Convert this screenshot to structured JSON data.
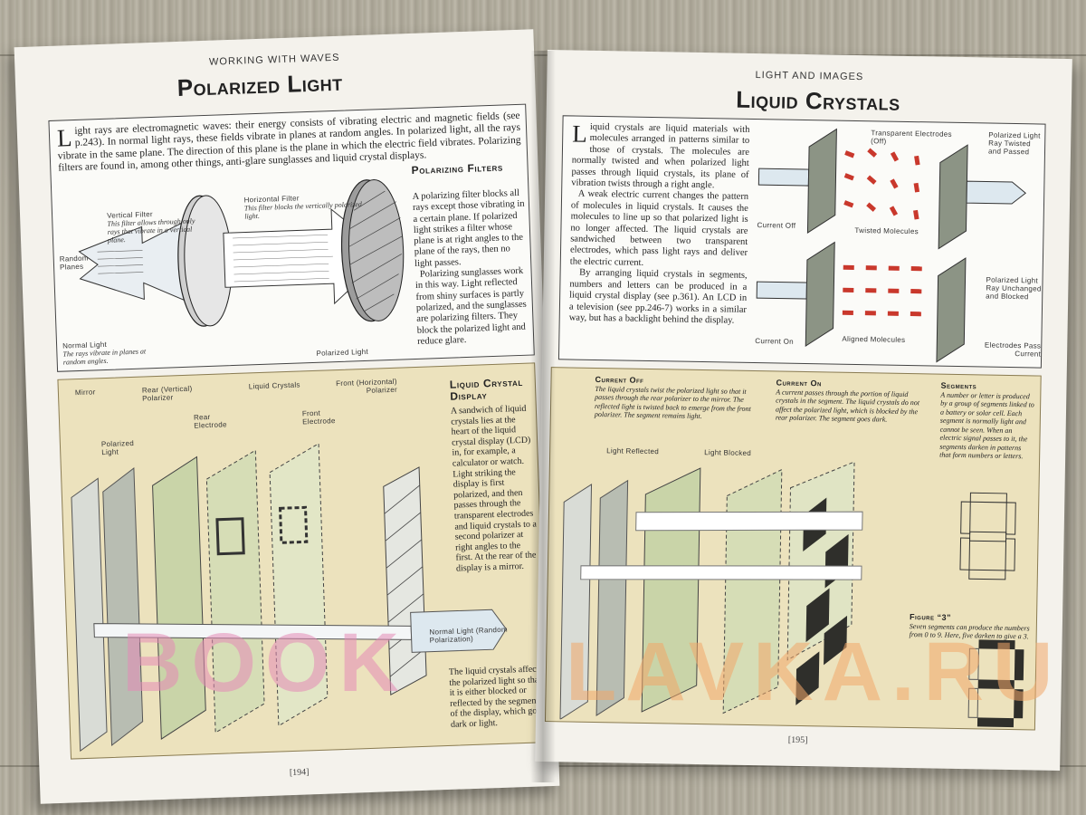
{
  "left_page": {
    "header": "WORKING WITH WAVES",
    "title": "Polarized Light",
    "intro_dropcap": "L",
    "intro_text": "ight rays are electromagnetic waves: their energy consists of vibrating electric and magnetic fields (see p.243). In normal light rays, these fields vibrate in planes at random angles. In polarized light, all the rays vibrate in the same plane. The direction of this plane is the plane in which the electric field vibrates. Polarizing filters are found in, among other things, anti-glare sunglasses and liquid crystal displays.",
    "polarizing_filters": {
      "title": "Polarizing Filters",
      "text1": "A polarizing filter blocks all rays except those vibrating in a certain plane. If polarized light strikes a filter whose plane is at right angles to the plane of the rays, then no light passes.",
      "text2": "Polarizing sunglasses work in this way. Light reflected from shiny surfaces is partly polarized, and the sunglasses are polarizing filters. They block the polarized light and reduce glare."
    },
    "diagram_labels": {
      "vertical_filter": "Vertical Filter",
      "vertical_filter_note": "This filter allows through only rays that vibrate in a vertical plane.",
      "horizontal_filter": "Horizontal Filter",
      "horizontal_filter_note": "This filter blocks the vertically polarized light.",
      "random_planes": "Random Planes",
      "normal_light": "Normal Light",
      "normal_light_note": "The rays vibrate in planes at random angles.",
      "polarized_light": "Polarized Light"
    },
    "lcd": {
      "labels": {
        "mirror": "Mirror",
        "rear_polarizer": "Rear (Vertical) Polarizer",
        "liquid_crystals": "Liquid Crystals",
        "front_polarizer": "Front (Horizontal) Polarizer",
        "polarized_light": "Polarized Light",
        "rear_electrode": "Rear Electrode",
        "front_electrode": "Front Electrode",
        "normal_light": "Normal Light (Random Polarization)"
      },
      "title": "Liquid Crystal Display",
      "text": "A sandwich of liquid crystals lies at the heart of the liquid crystal display (LCD) in, for example, a calculator or watch. Light striking the display is first polarized, and then passes through the transparent electrodes and liquid crystals to a second polarizer at right angles to the first. At the rear of the display is a mirror.",
      "caption": "The liquid crystals affect the polarized light so that it is either blocked or reflected by the segments of the display, which go dark or light."
    },
    "page_number": "[194]"
  },
  "right_page": {
    "header": "LIGHT AND IMAGES",
    "title": "Liquid Crystals",
    "intro_dropcap": "L",
    "intro_text": "iquid crystals are liquid materials with molecules arranged in patterns similar to those of crystals. The molecules are normally twisted and when polarized light passes through liquid crystals, its plane of vibration twists through a right angle.",
    "para2": "A weak electric current changes the pattern of molecules in liquid crystals. It causes the molecules to line up so that polarized light is no longer affected. The liquid crystals are sandwiched between two transparent electrodes, which pass light rays and deliver the electric current.",
    "para3": "By arranging liquid crystals in segments, numbers and letters can be produced in a liquid crystal display (see p.361). An LCD in a television (see pp.246-7) works in a similar way, but has a backlight behind the display.",
    "diagram_labels": {
      "transparent_electrodes": "Transparent Electrodes (Off)",
      "polarized_twisted": "Polarized Light Ray Twisted and Passed",
      "current_off": "Current Off",
      "twisted_molecules": "Twisted Molecules",
      "polarized_unchanged": "Polarized Light Ray Unchanged and Blocked",
      "current_on": "Current On",
      "aligned_molecules": "Aligned Molecules",
      "electrodes_pass": "Electrodes Pass Current"
    },
    "lower": {
      "current_off_title": "Current Off",
      "current_off_text": "The liquid crystals twist the polarized light so that it passes through the rear polarizer to the mirror. The reflected light is twisted back to emerge from the front polarizer. The segment remains light.",
      "current_on_title": "Current On",
      "current_on_text": "A current passes through the portion of liquid crystals in the segment. The liquid crystals do not affect the polarized light, which is blocked by the rear polarizer. The segment goes dark.",
      "segments_title": "Segments",
      "segments_text": "A number or letter is produced by a group of segments linked to a battery or solar cell. Each segment is normally light and cannot be seen. When an electric signal passes to it, the segments darken in patterns that form numbers or letters.",
      "light_reflected": "Light Reflected",
      "light_blocked": "Light Blocked",
      "figure_title": "Figure “3”",
      "figure_text": "Seven segments can produce the numbers from 0 to 9. Here, five darken to give a 3."
    },
    "page_number": "[195]"
  },
  "watermark": {
    "left": "BOOK",
    "right": "LAVKA.RU"
  },
  "colors": {
    "lower_panel": "#ece2bd",
    "crystal_red": "#c9382c",
    "glass_green": "#c9d4a8",
    "arrow_blue": "#dde8ef",
    "watermark_pink": "#e58bb6",
    "watermark_orange": "#f2a86a"
  }
}
